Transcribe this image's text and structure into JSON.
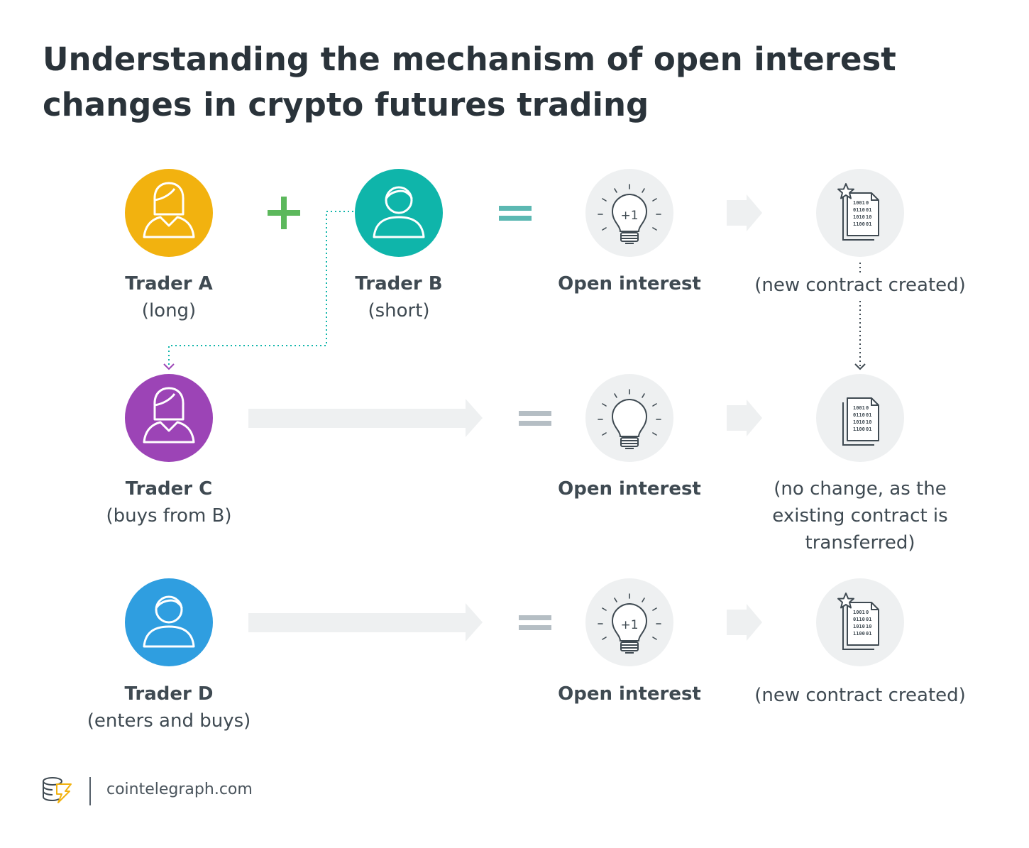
{
  "title": {
    "line1": "Understanding the mechanism of open interest",
    "line2": "changes in crypto futures trading"
  },
  "colors": {
    "trader_a": "#f2b20f",
    "trader_b": "#0fb5aa",
    "trader_c": "#9c44b6",
    "trader_d": "#2f9ee0",
    "plus_green": "#5cb85c",
    "equals_teal": "#5cb8b2",
    "equals_grey": "#b5bec4",
    "icon_bg": "#eef0f1",
    "arrow_bg": "#eef0f1",
    "icon_stroke": "#3f4a52",
    "connector_purple": "#9c44b6"
  },
  "rows": [
    {
      "trader": {
        "name": "Trader A",
        "role": "(long)"
      },
      "partner": {
        "name": "Trader B",
        "role": "(short)"
      },
      "open_interest": {
        "label": "Open interest",
        "badge": "+1"
      },
      "contract": {
        "label": "(new contract created)",
        "starred": true
      }
    },
    {
      "trader": {
        "name": "Trader C",
        "role": "(buys from B)"
      },
      "open_interest": {
        "label": "Open interest",
        "badge": ""
      },
      "contract": {
        "label_lines": [
          "(no change, as the",
          "existing contract is",
          "transferred)"
        ],
        "starred": false
      }
    },
    {
      "trader": {
        "name": "Trader D",
        "role": "(enters and buys)"
      },
      "open_interest": {
        "label": "Open interest",
        "badge": "+1"
      },
      "contract": {
        "label": "(new contract created)",
        "starred": true
      }
    }
  ],
  "icons": {
    "trader": "person-icon",
    "plus": "plus-icon",
    "equals": "equals-icon",
    "open_interest": "lightbulb-icon",
    "contract": "document-icon",
    "arrow": "arrow-right-icon",
    "logo": "cointelegraph-logo-icon"
  },
  "footer": {
    "site": "cointelegraph.com"
  }
}
